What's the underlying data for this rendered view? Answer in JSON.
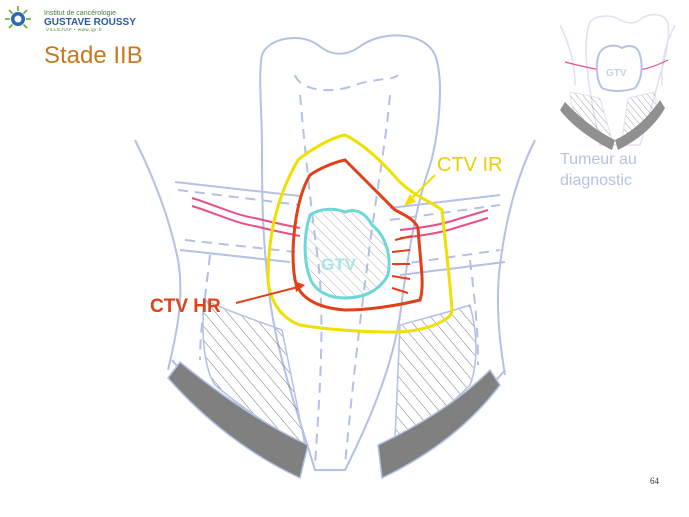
{
  "header": {
    "logo_line1": "Institut de cancérologie",
    "logo_line2": "GUSTAVE ROUSSY",
    "logo_line3": "VILLEJUIF • www.igr.fr",
    "title": "Stade IIB"
  },
  "labels": {
    "ctv_ir": "CTV IR",
    "ctv_hr": "CTV HR",
    "gtv": "GTV"
  },
  "inset": {
    "gtv": "GTV",
    "caption_line1": "Tumeur au",
    "caption_line2": "diagnostic"
  },
  "footer": {
    "page_number": "64"
  },
  "colors": {
    "title": "#c8781e",
    "ctv_ir": "#f0e000",
    "ctv_hr": "#e0401a",
    "gtv": "#6ed8d8",
    "anatomy_outline": "#b4c0e4",
    "vessel": "#e8508a",
    "muscle_band": "#808080"
  }
}
